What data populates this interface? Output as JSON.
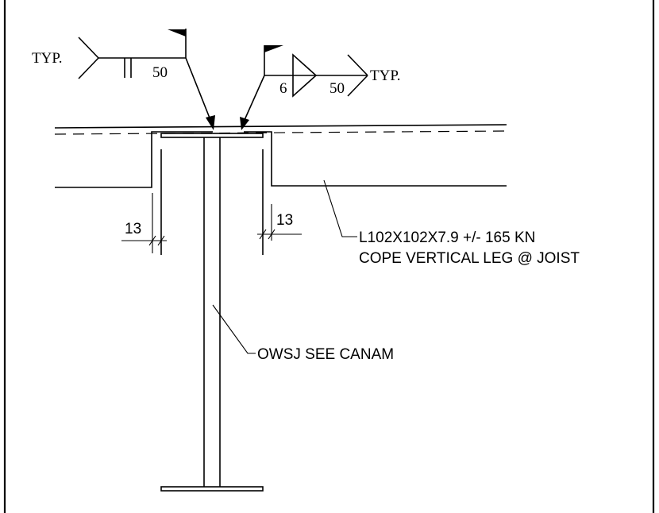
{
  "weld_left": {
    "typ": "TYP.",
    "length": "50"
  },
  "weld_right": {
    "typ": "TYP.",
    "size": "6",
    "length": "50"
  },
  "dim_left": "13",
  "dim_right": "13",
  "angle_note": {
    "line1": "L102X102X7.9 +/- 165 KN",
    "line2": "COPE VERTICAL LEG @ JOIST"
  },
  "joist_note": "OWSJ SEE CANAM"
}
